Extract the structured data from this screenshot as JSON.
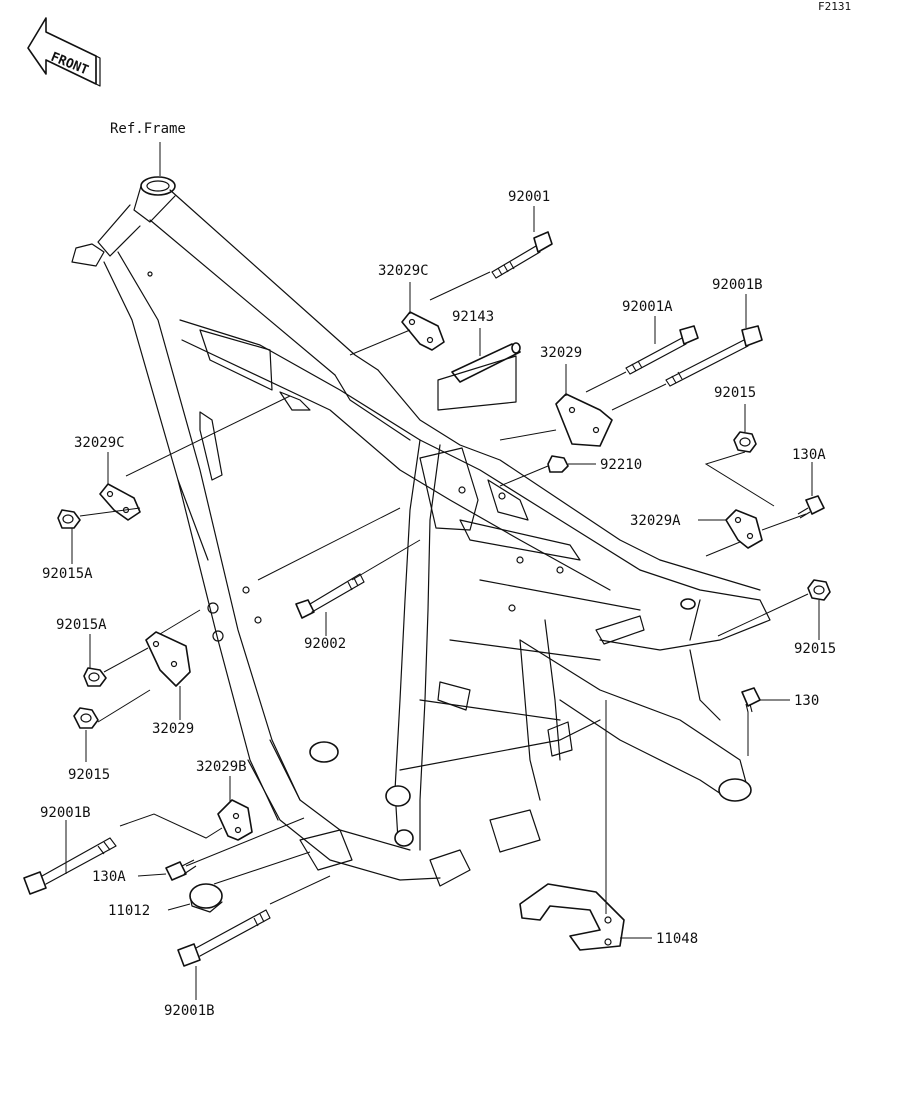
{
  "figure_code": "F2131",
  "front_arrow_text": "FRONT",
  "ref_label": "Ref.Frame",
  "parts": {
    "p92001": "92001",
    "p32029C_top": "32029C",
    "p92143": "92143",
    "p92001A": "92001A",
    "p92001B_top": "92001B",
    "p32029_top": "32029",
    "p92015_right": "92015",
    "p92210": "92210",
    "p130A_right": "130A",
    "p32029A": "32029A",
    "p32029C_left": "32029C",
    "p92015A_left": "92015A",
    "p92002": "92002",
    "p92015_far_right": "92015",
    "p92015A_mid": "92015A",
    "p130": "130",
    "p32029_left": "32029",
    "p92015_left": "92015",
    "p32029B": "32029B",
    "p92001B_left": "92001B",
    "p130A_left": "130A",
    "p11012": "11012",
    "p11048": "11048",
    "p92001B_bottom": "92001B"
  }
}
